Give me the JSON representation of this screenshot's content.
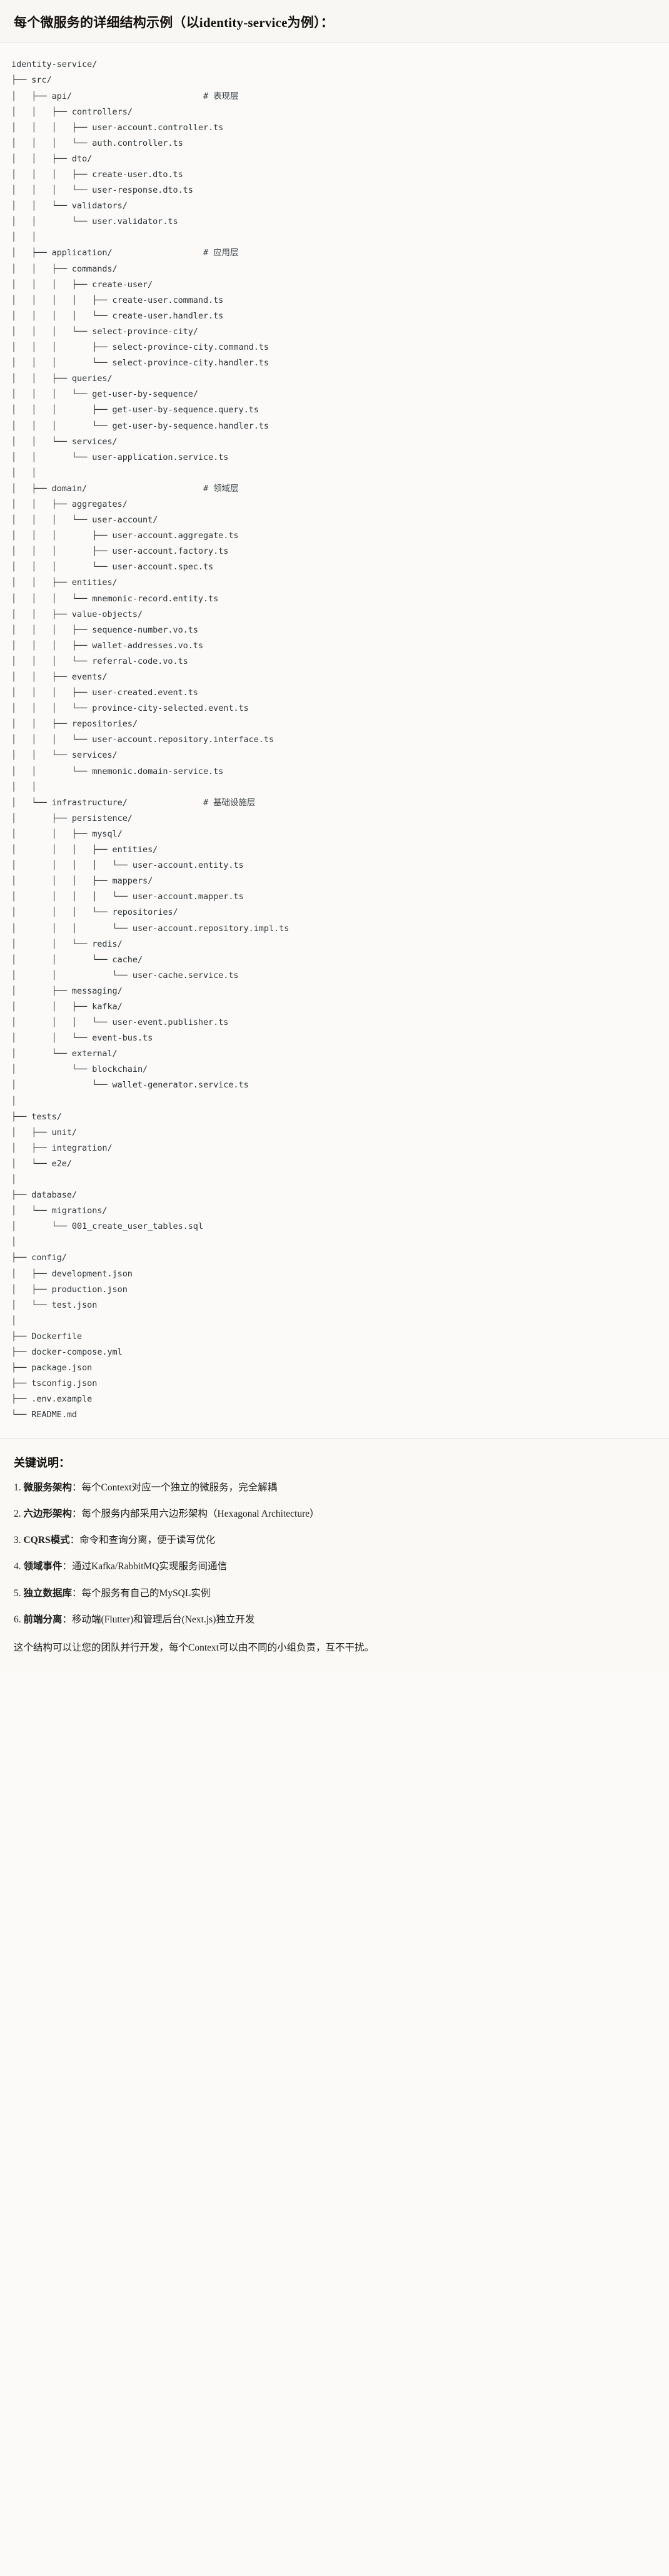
{
  "header": {
    "title": "每个微服务的详细结构示例（以identity-service为例）："
  },
  "tree": {
    "lines": [
      "identity-service/",
      "├── src/",
      "│   ├── api/                          # 表现层",
      "│   │   ├── controllers/",
      "│   │   │   ├── user-account.controller.ts",
      "│   │   │   └── auth.controller.ts",
      "│   │   ├── dto/",
      "│   │   │   ├── create-user.dto.ts",
      "│   │   │   └── user-response.dto.ts",
      "│   │   └── validators/",
      "│   │       └── user.validator.ts",
      "│   │",
      "│   ├── application/                  # 应用层",
      "│   │   ├── commands/",
      "│   │   │   ├── create-user/",
      "│   │   │   │   ├── create-user.command.ts",
      "│   │   │   │   └── create-user.handler.ts",
      "│   │   │   └── select-province-city/",
      "│   │   │       ├── select-province-city.command.ts",
      "│   │   │       └── select-province-city.handler.ts",
      "│   │   ├── queries/",
      "│   │   │   └── get-user-by-sequence/",
      "│   │   │       ├── get-user-by-sequence.query.ts",
      "│   │   │       └── get-user-by-sequence.handler.ts",
      "│   │   └── services/",
      "│   │       └── user-application.service.ts",
      "│   │",
      "│   ├── domain/                       # 领域层",
      "│   │   ├── aggregates/",
      "│   │   │   └── user-account/",
      "│   │   │       ├── user-account.aggregate.ts",
      "│   │   │       ├── user-account.factory.ts",
      "│   │   │       └── user-account.spec.ts",
      "│   │   ├── entities/",
      "│   │   │   └── mnemonic-record.entity.ts",
      "│   │   ├── value-objects/",
      "│   │   │   ├── sequence-number.vo.ts",
      "│   │   │   ├── wallet-addresses.vo.ts",
      "│   │   │   └── referral-code.vo.ts",
      "│   │   ├── events/",
      "│   │   │   ├── user-created.event.ts",
      "│   │   │   └── province-city-selected.event.ts",
      "│   │   ├── repositories/",
      "│   │   │   └── user-account.repository.interface.ts",
      "│   │   └── services/",
      "│   │       └── mnemonic.domain-service.ts",
      "│   │",
      "│   └── infrastructure/               # 基础设施层",
      "│       ├── persistence/",
      "│       │   ├── mysql/",
      "│       │   │   ├── entities/",
      "│       │   │   │   └── user-account.entity.ts",
      "│       │   │   ├── mappers/",
      "│       │   │   │   └── user-account.mapper.ts",
      "│       │   │   └── repositories/",
      "│       │   │       └── user-account.repository.impl.ts",
      "│       │   └── redis/",
      "│       │       └── cache/",
      "│       │           └── user-cache.service.ts",
      "│       ├── messaging/",
      "│       │   ├── kafka/",
      "│       │   │   └── user-event.publisher.ts",
      "│       │   └── event-bus.ts",
      "│       └── external/",
      "│           └── blockchain/",
      "│               └── wallet-generator.service.ts",
      "│",
      "├── tests/",
      "│   ├── unit/",
      "│   ├── integration/",
      "│   └── e2e/",
      "│",
      "├── database/",
      "│   └── migrations/",
      "│       └── 001_create_user_tables.sql",
      "│",
      "├── config/",
      "│   ├── development.json",
      "│   ├── production.json",
      "│   └── test.json",
      "│",
      "├── Dockerfile",
      "├── docker-compose.yml",
      "├── package.json",
      "├── tsconfig.json",
      "├── .env.example",
      "└── README.md"
    ]
  },
  "notes": {
    "title": "关键说明：",
    "items": [
      {
        "num": "1.",
        "key": "微服务架构",
        "sep": "：",
        "text": "每个Context对应一个独立的微服务，完全解耦"
      },
      {
        "num": "2.",
        "key": "六边形架构",
        "sep": "：",
        "text": "每个服务内部采用六边形架构（Hexagonal Architecture）"
      },
      {
        "num": "3.",
        "key": "CQRS模式",
        "sep": "：",
        "text": "命令和查询分离，便于读写优化"
      },
      {
        "num": "4.",
        "key": "领域事件",
        "sep": "：",
        "text": "通过Kafka/RabbitMQ实现服务间通信"
      },
      {
        "num": "5.",
        "key": "独立数据库",
        "sep": "：",
        "text": "每个服务有自己的MySQL实例"
      },
      {
        "num": "6.",
        "key": "前端分离",
        "sep": "：",
        "text": "移动端(Flutter)和管理后台(Next.js)独立开发"
      }
    ],
    "closing": "这个结构可以让您的团队并行开发，每个Context可以由不同的小组负责，互不干扰。"
  },
  "colors": {
    "page_bg": "#fbfaf8",
    "header_bg": "#f8f7f4",
    "rule": "#e3e0da",
    "code_text": "#2d3338",
    "title_text": "#14100c"
  }
}
